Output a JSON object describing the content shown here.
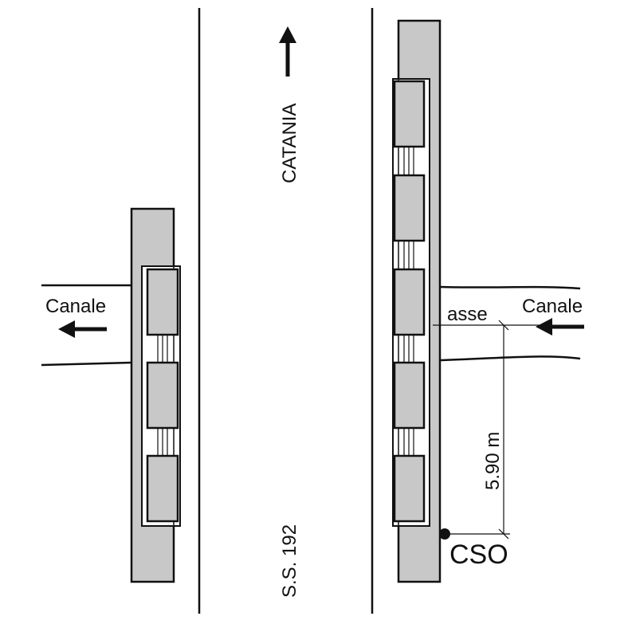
{
  "labels": {
    "direction": "CATANIA",
    "road": "S.S. 192",
    "canal_left": "Canale",
    "canal_right": "Canale",
    "axis": "asse",
    "distance": "5.90 m",
    "sensor": "CSO"
  },
  "colors": {
    "fill": "#c8c8c8",
    "stroke": "#111111",
    "background": "#ffffff"
  },
  "icons": {
    "north_arrow": "arrow-up-icon",
    "flow_left": "arrow-left-icon",
    "flow_right": "arrow-left-icon",
    "sensor": "filled-dot-icon"
  }
}
